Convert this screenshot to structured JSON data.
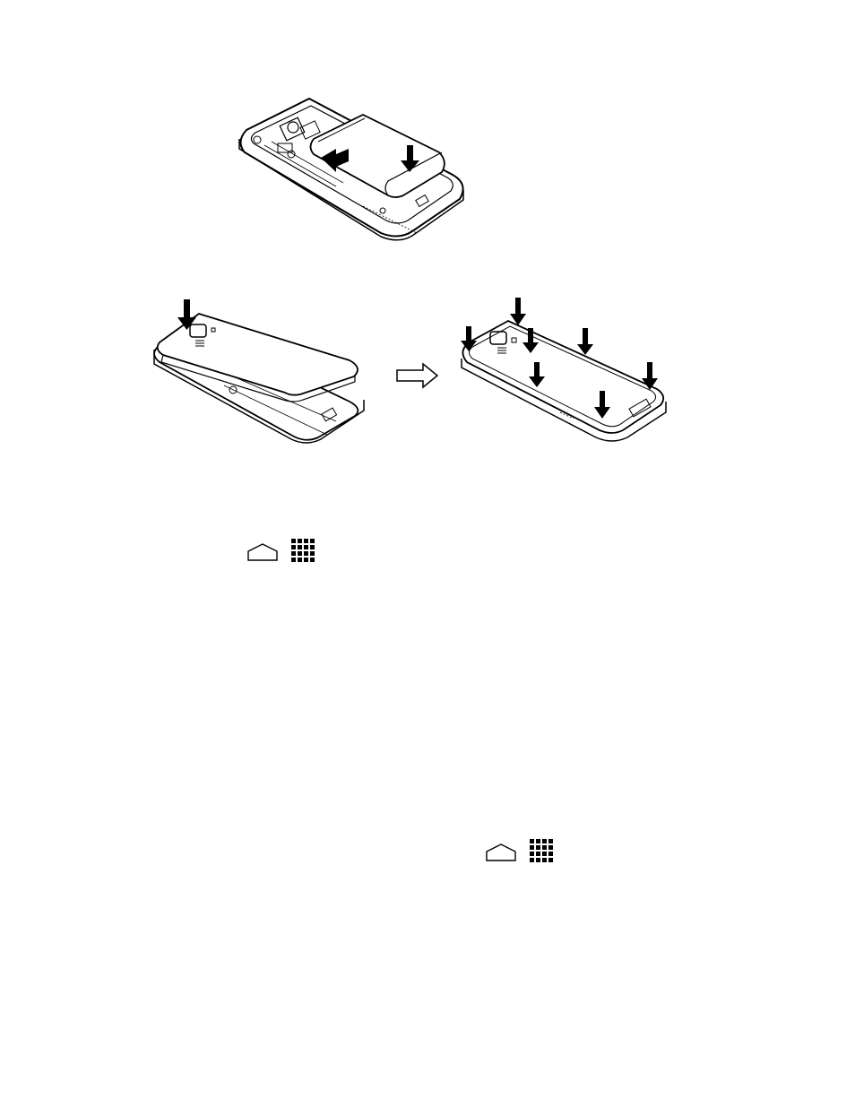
{
  "illustrations": [
    {
      "name": "battery-insertion-illustration",
      "arrows": 2
    },
    {
      "name": "back-cover-placement-illustration",
      "arrows": 1
    },
    {
      "name": "back-cover-pressing-illustration",
      "arrows": 7
    }
  ],
  "icons": [
    {
      "name": "home-icon",
      "semantic": "home"
    },
    {
      "name": "apps-icon",
      "semantic": "apps-grid"
    },
    {
      "name": "home-icon",
      "semantic": "home"
    },
    {
      "name": "apps-icon",
      "semantic": "apps-grid"
    }
  ],
  "colors": {
    "ink": "#000000",
    "paper": "#ffffff",
    "shade": "#3a3a3a"
  }
}
